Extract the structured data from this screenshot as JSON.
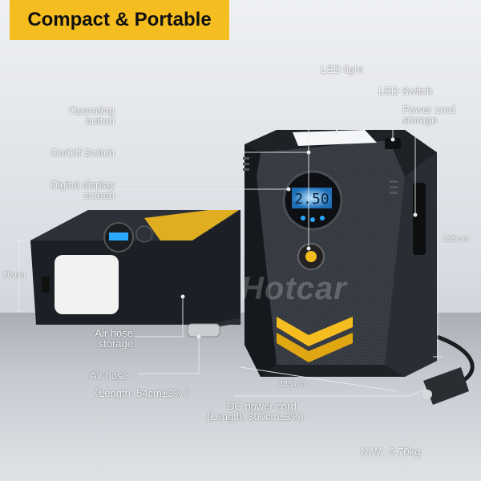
{
  "badge": {
    "title": "Compact & Portable"
  },
  "callouts": {
    "led_light": "LED light",
    "led_switch": "LED Switch",
    "power_cord_storage_1": "Power cord",
    "power_cord_storage_2": "storage",
    "operating_button_1": "Operating",
    "operating_button_2": "button",
    "on_off_switch": "On/Off Switch",
    "digital_display_1": "Digital display",
    "digital_display_2": "screen",
    "air_hose_storage_1": "Air hose",
    "air_hose_storage_2": "storage",
    "air_hose": "Air hose",
    "air_hose_length": "（Length: 54cm±3% ）",
    "dc_cord": "DC power cord",
    "dc_cord_length": "(Length: 300cm±3%)",
    "weight": "N.W.: 0.70kg"
  },
  "dimensions": {
    "height": "185mm",
    "width": "145mm",
    "small_height": "50mm"
  },
  "display": {
    "reading": "2.50"
  },
  "watermark": "Hotcar",
  "colors": {
    "accent": "#f5bd1f",
    "body": "#2b3038",
    "lcd": "#2aa7ff"
  }
}
